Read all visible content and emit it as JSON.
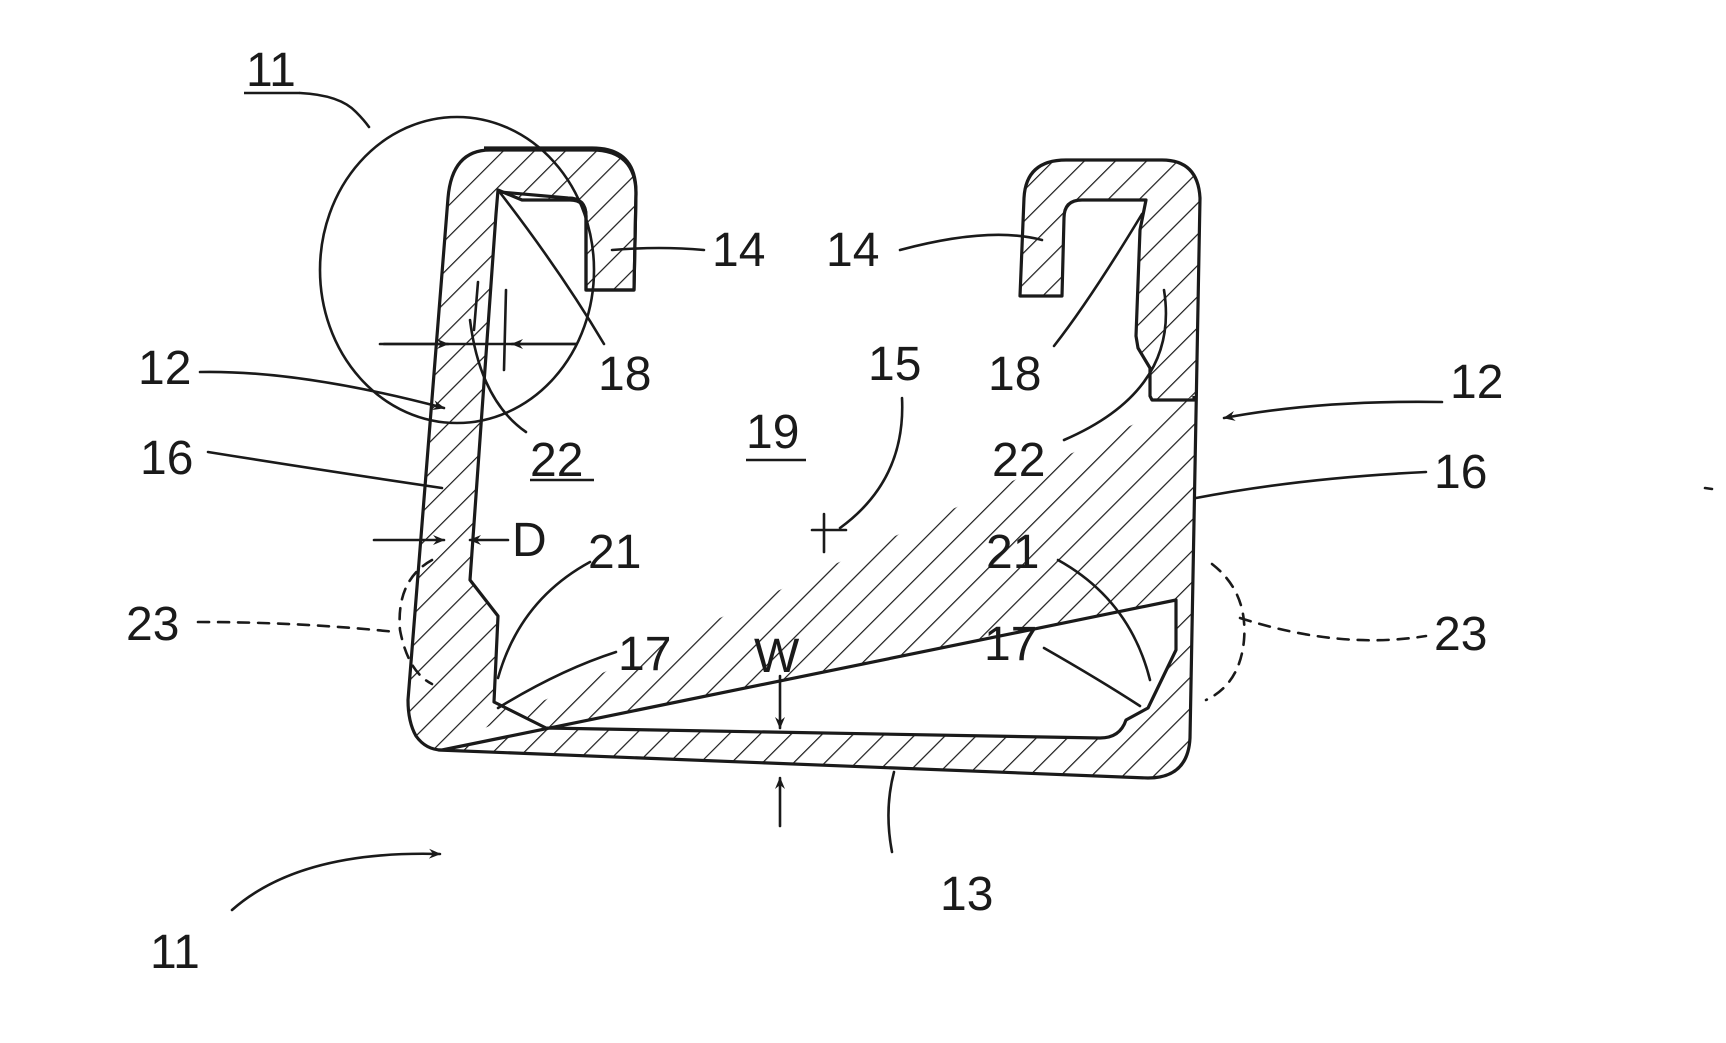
{
  "labels": {
    "l11_top": "11",
    "l11_bottom": "11",
    "l12_left": "12",
    "l12_right": "12",
    "l13": "13",
    "l14_left": "14",
    "l14_right": "14",
    "l15": "15",
    "l16_left": "16",
    "l16_right": "16",
    "l17_left": "17",
    "l17_right": "17",
    "l18_left": "18",
    "l18_right": "18",
    "l19": "19",
    "l21_left": "21",
    "l21_right": "21",
    "l22_left": "22",
    "l22_right": "22",
    "l23_left": "23",
    "l23_right": "23",
    "dim_D": "D",
    "dim_W": "W"
  },
  "colors": {
    "line": "#1a1a1a",
    "background": "#ffffff"
  }
}
